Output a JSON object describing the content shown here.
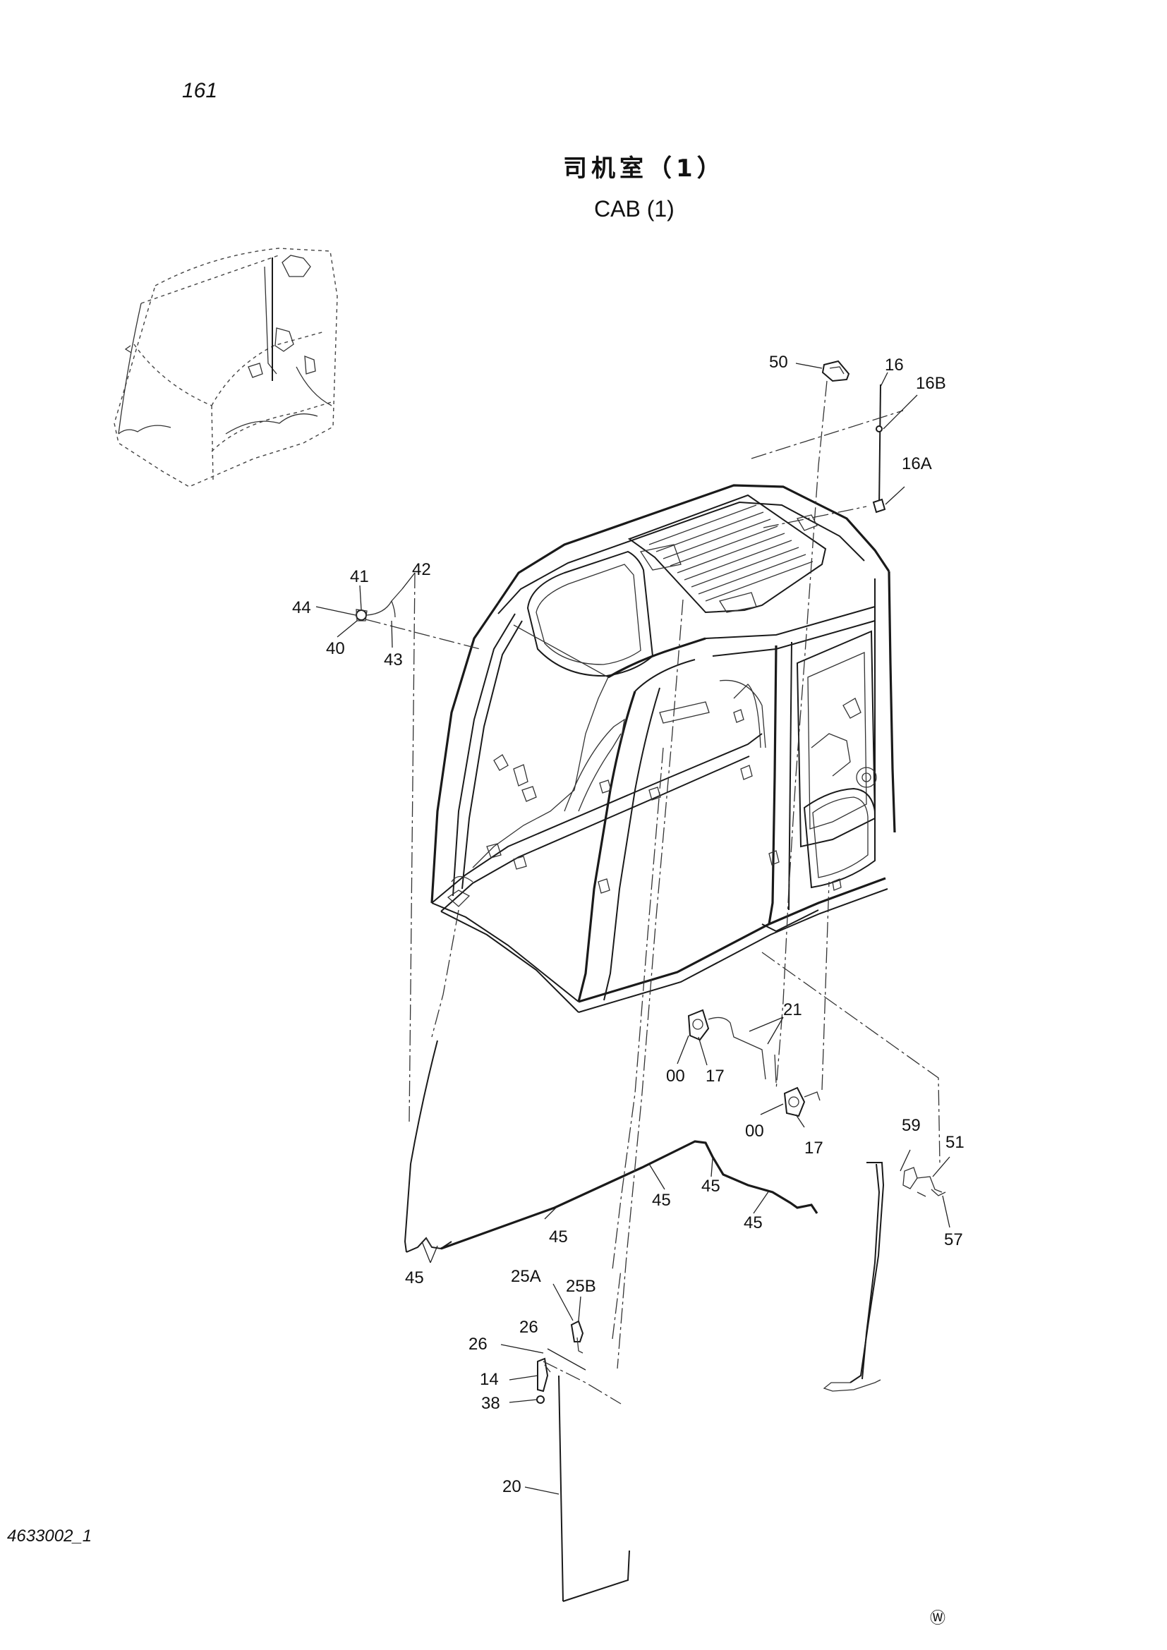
{
  "page": {
    "page_number": "161",
    "title_cn": "司机室（1）",
    "title_en": "CAB (1)",
    "drawing_number": "4633002_1",
    "mark": "Ⓦ"
  },
  "callouts": [
    {
      "id": "c-50",
      "label": "50"
    },
    {
      "id": "c-16",
      "label": "16"
    },
    {
      "id": "c-16b",
      "label": "16B"
    },
    {
      "id": "c-16a",
      "label": "16A"
    },
    {
      "id": "c-41",
      "label": "41"
    },
    {
      "id": "c-42",
      "label": "42"
    },
    {
      "id": "c-44",
      "label": "44"
    },
    {
      "id": "c-40",
      "label": "40"
    },
    {
      "id": "c-43",
      "label": "43"
    },
    {
      "id": "c-21",
      "label": "21"
    },
    {
      "id": "c-00a",
      "label": "00"
    },
    {
      "id": "c-17a",
      "label": "17"
    },
    {
      "id": "c-00b",
      "label": "00"
    },
    {
      "id": "c-17b",
      "label": "17"
    },
    {
      "id": "c-59",
      "label": "59"
    },
    {
      "id": "c-51",
      "label": "51"
    },
    {
      "id": "c-57",
      "label": "57"
    },
    {
      "id": "c-45a",
      "label": "45"
    },
    {
      "id": "c-45b",
      "label": "45"
    },
    {
      "id": "c-45c",
      "label": "45"
    },
    {
      "id": "c-45d",
      "label": "45"
    },
    {
      "id": "c-45e",
      "label": "45"
    },
    {
      "id": "c-25a",
      "label": "25A"
    },
    {
      "id": "c-25b",
      "label": "25B"
    },
    {
      "id": "c-26a",
      "label": "26"
    },
    {
      "id": "c-26b",
      "label": "26"
    },
    {
      "id": "c-14",
      "label": "14"
    },
    {
      "id": "c-38",
      "label": "38"
    },
    {
      "id": "c-20",
      "label": "20"
    }
  ]
}
